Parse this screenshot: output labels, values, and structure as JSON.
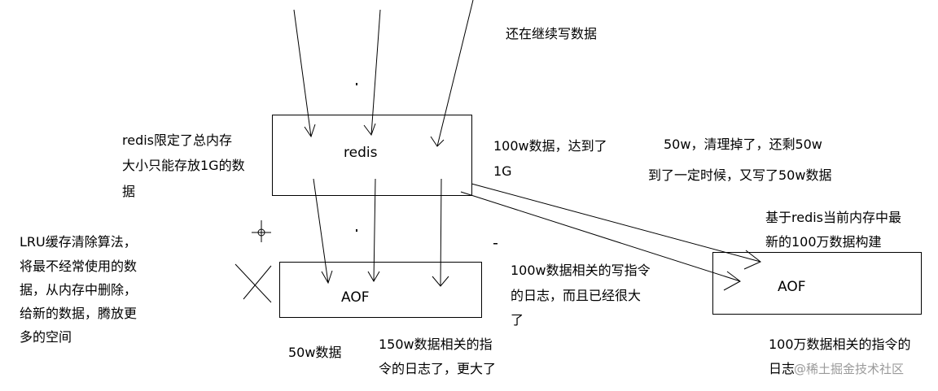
{
  "texts": {
    "top_note": "还在继续写数据",
    "redis_box_label": "redis",
    "redis_limit": [
      "redis限定了总内存",
      "大小只能存放1G的数",
      "据"
    ],
    "data_100w": [
      "100w数据，达到了",
      "1G"
    ],
    "cleanup_50w": "50w，清理掉了，还剩50w",
    "write_more": "到了一定时候，又写了50w数据",
    "rebuild": [
      "基于redis当前内存中最",
      "新的100万数据构建"
    ],
    "lru": [
      "LRU缓存清除算法，",
      "将最不经常使用的数",
      "据，从内存中删除，",
      "给新的数据，腾放更",
      "多的空间"
    ],
    "aof_left_label": "AOF",
    "aof_right_label": "AOF",
    "log_100w": [
      "100w数据相关的写指令",
      "的日志，而且已经很大",
      "了"
    ],
    "data_50w": "50w数据",
    "log_150w": [
      "150w数据相关的指",
      "令的日志了，更大了"
    ],
    "log_100wan": [
      "100万数据相关的指令的",
      "日志"
    ],
    "watermark": "@稀土掘金技术社区"
  }
}
